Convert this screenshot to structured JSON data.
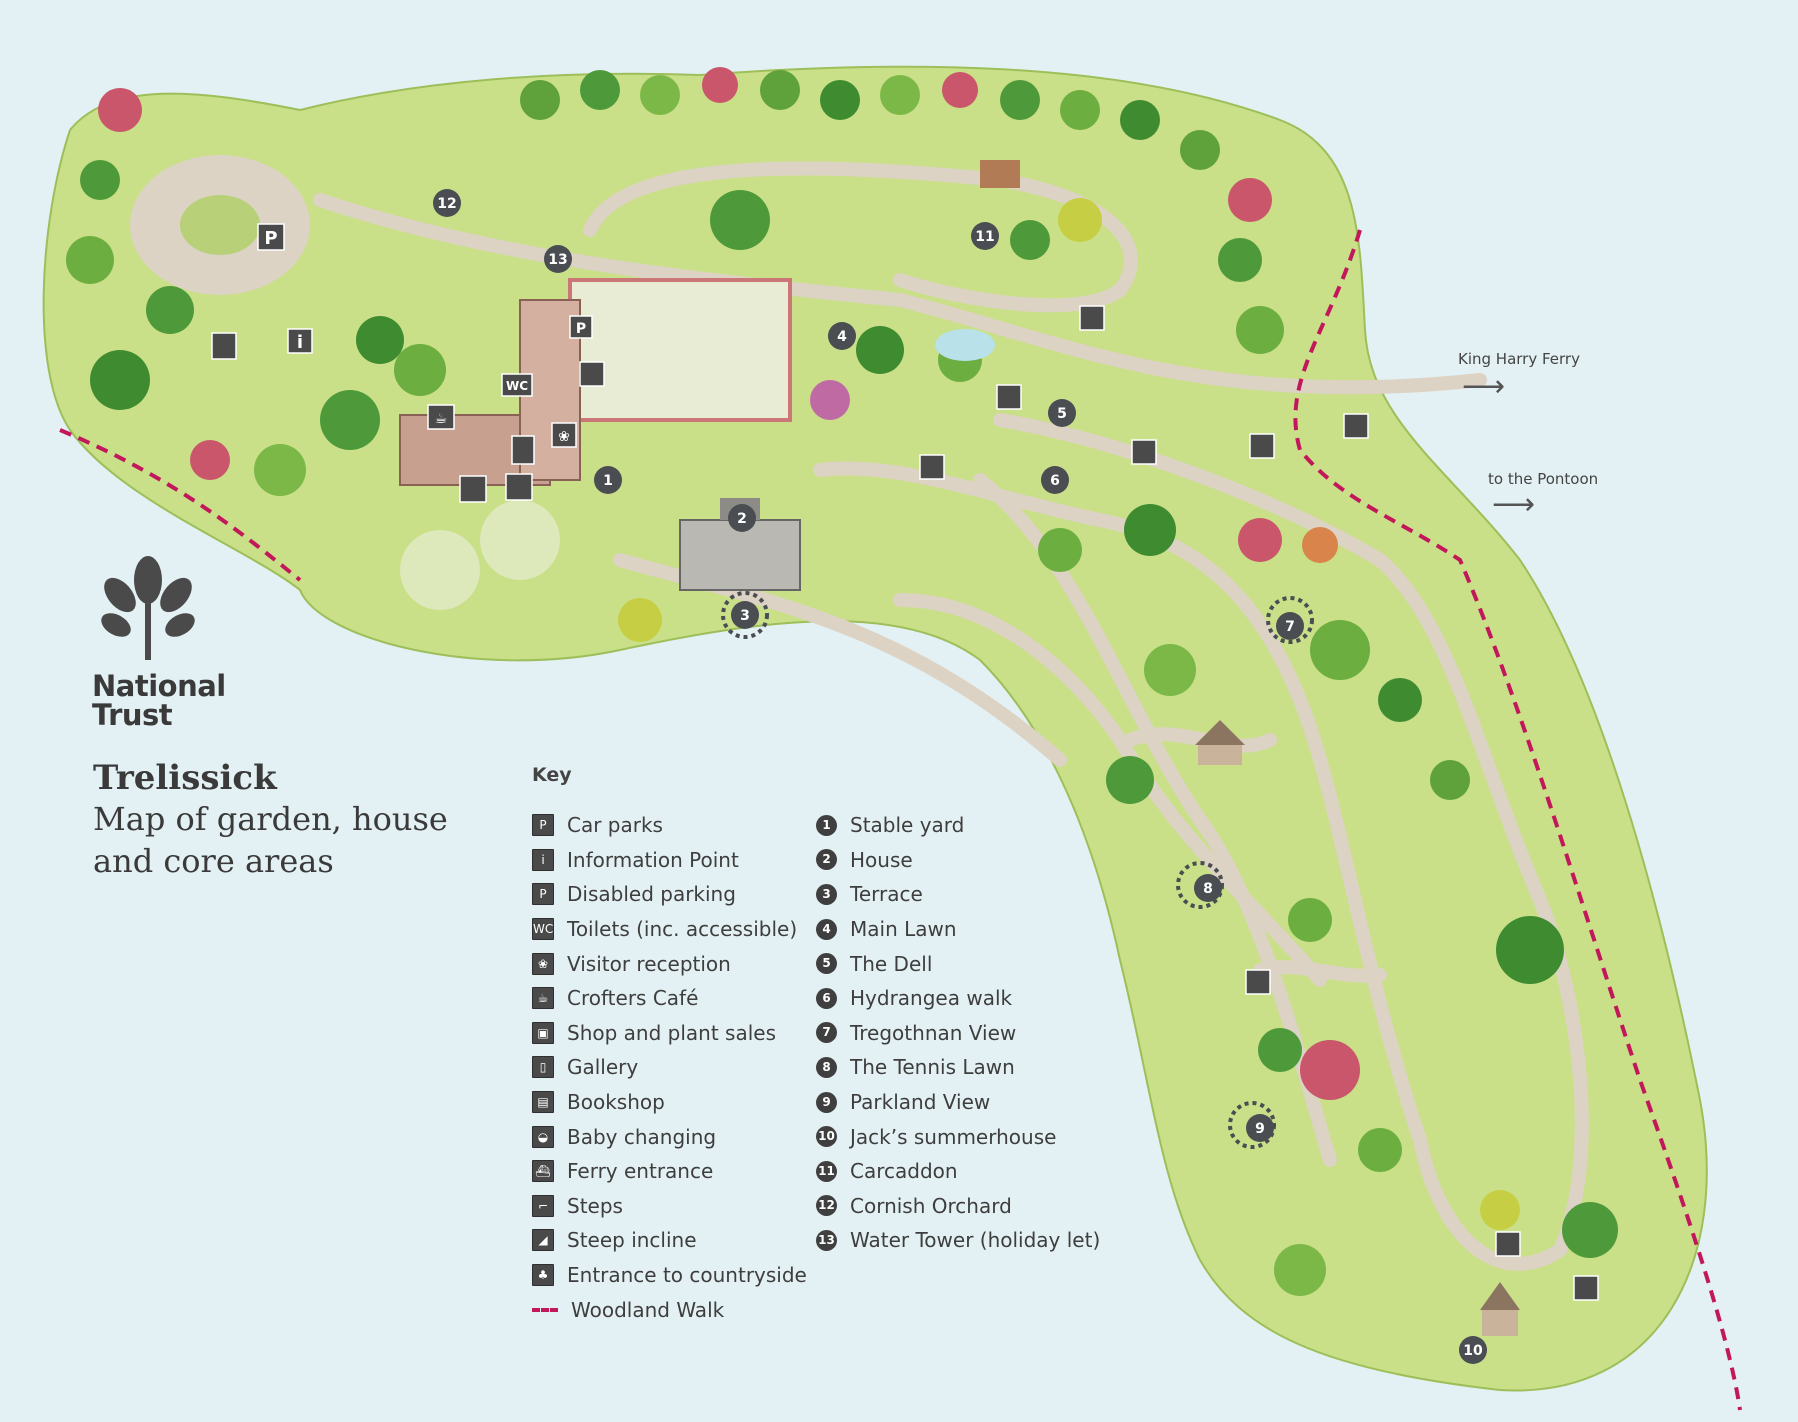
{
  "brand": {
    "name_line1": "National",
    "name_line2": "Trust",
    "logo_icon": "oak-leaf-icon"
  },
  "title": {
    "name": "Trelissick",
    "subtitle": "Map of garden, house and core areas"
  },
  "directions": {
    "ferry": "King Harry Ferry",
    "pontoon": "to the Pontoon"
  },
  "key": {
    "heading": "Key",
    "facilities": [
      {
        "icon": "parking-icon",
        "glyph": "P",
        "label": "Car parks"
      },
      {
        "icon": "information-icon",
        "glyph": "i",
        "label": "Information Point"
      },
      {
        "icon": "disabled-parking-icon",
        "glyph": "P",
        "label": "Disabled parking"
      },
      {
        "icon": "toilets-icon",
        "glyph": "WC",
        "label": "Toilets (inc. accessible)"
      },
      {
        "icon": "visitor-reception-icon",
        "glyph": "❀",
        "label": "Visitor reception"
      },
      {
        "icon": "cafe-icon",
        "glyph": "☕",
        "label": "Crofters Café"
      },
      {
        "icon": "shop-icon",
        "glyph": "▣",
        "label": "Shop and plant sales"
      },
      {
        "icon": "gallery-icon",
        "glyph": "▯",
        "label": "Gallery"
      },
      {
        "icon": "bookshop-icon",
        "glyph": "▤",
        "label": "Bookshop"
      },
      {
        "icon": "baby-changing-icon",
        "glyph": "◒",
        "label": "Baby changing"
      },
      {
        "icon": "ferry-icon",
        "glyph": "⛴",
        "label": "Ferry entrance"
      },
      {
        "icon": "steps-icon",
        "glyph": "⌐",
        "label": "Steps"
      },
      {
        "icon": "steep-incline-icon",
        "glyph": "◢",
        "label": "Steep incline"
      },
      {
        "icon": "countryside-entrance-icon",
        "glyph": "♣",
        "label": "Entrance to countryside"
      }
    ],
    "woodland_walk": "Woodland Walk",
    "places": [
      {
        "num": "1",
        "label": "Stable yard"
      },
      {
        "num": "2",
        "label": "House"
      },
      {
        "num": "3",
        "label": "Terrace"
      },
      {
        "num": "4",
        "label": "Main Lawn"
      },
      {
        "num": "5",
        "label": "The Dell"
      },
      {
        "num": "6",
        "label": "Hydrangea walk"
      },
      {
        "num": "7",
        "label": "Tregothnan View"
      },
      {
        "num": "8",
        "label": "The Tennis Lawn"
      },
      {
        "num": "9",
        "label": "Parkland View"
      },
      {
        "num": "10",
        "label": "Jack’s summerhouse"
      },
      {
        "num": "11",
        "label": "Carcaddon"
      },
      {
        "num": "12",
        "label": "Cornish Orchard"
      },
      {
        "num": "13",
        "label": "Water Tower (holiday let)"
      }
    ]
  },
  "colors": {
    "water": "#e4f1f4",
    "grass": "#c9df88",
    "path": "#ddd3c4",
    "walk": "#c2185b",
    "marker": "#4a4d52"
  }
}
